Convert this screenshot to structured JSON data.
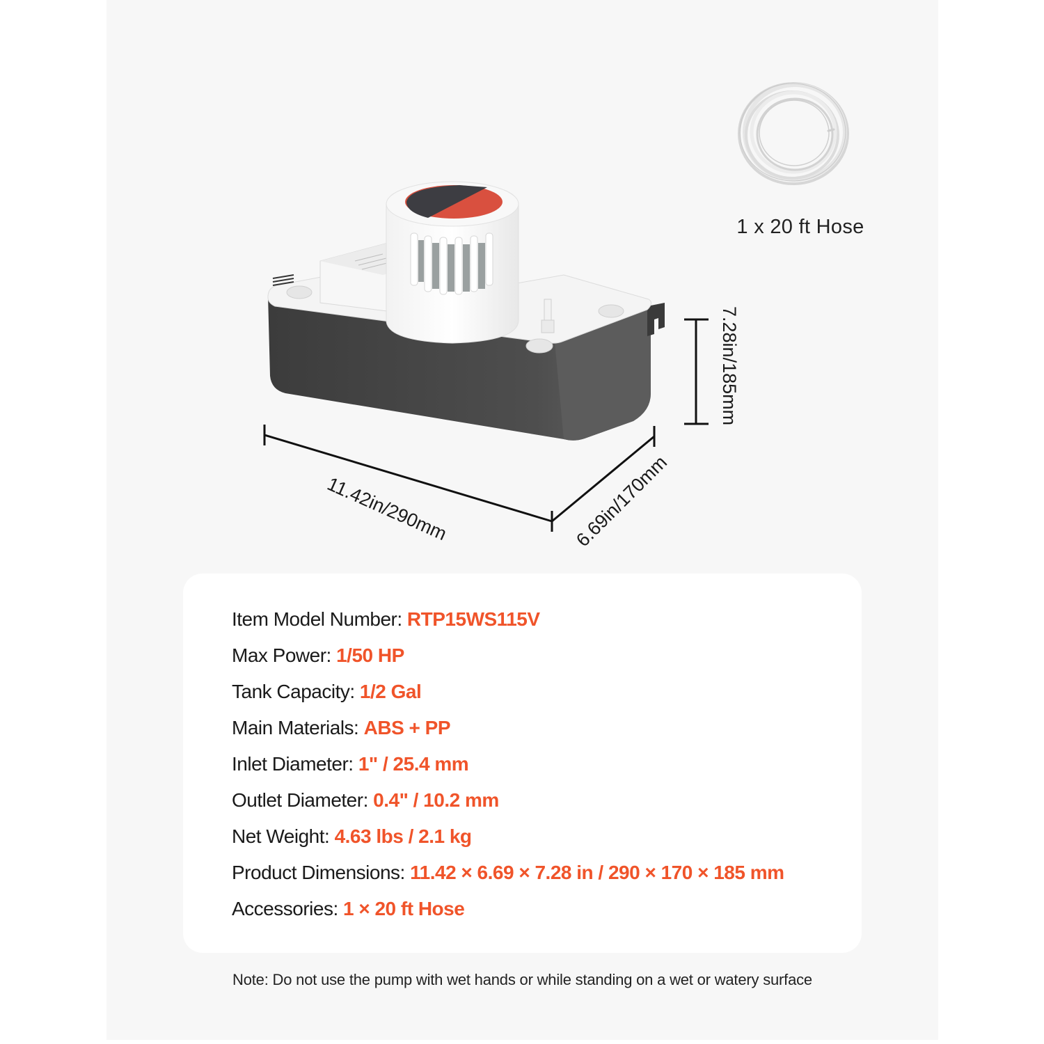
{
  "accessory": {
    "caption": "1 x 20 ft Hose",
    "icon": "hose-coil-icon"
  },
  "product": {
    "name": "condensate-pump",
    "colors": {
      "tank": "#4a4a4a",
      "cover": "#ffffff",
      "label_red": "#d9503f",
      "label_dark": "#3d3d42"
    }
  },
  "dimensions": {
    "width": "11.42in/290mm",
    "depth": "6.69in/170mm",
    "height": "7.28in/185mm"
  },
  "specs": [
    {
      "label": "Item Model Number:",
      "value": "RTP15WS115V"
    },
    {
      "label": "Max Power:",
      "value": "1/50 HP"
    },
    {
      "label": "Tank Capacity:",
      "value": "1/2 Gal"
    },
    {
      "label": "Main Materials:",
      "value": "ABS + PP"
    },
    {
      "label": "Inlet Diameter:",
      "value": "1\" / 25.4 mm"
    },
    {
      "label": "Outlet Diameter:",
      "value": "0.4\" / 10.2 mm"
    },
    {
      "label": "Net Weight:",
      "value": "4.63 lbs / 2.1 kg"
    },
    {
      "label": "Product Dimensions:",
      "value": "11.42 × 6.69 × 7.28 in / 290 × 170 × 185 mm"
    },
    {
      "label": "Accessories:",
      "value": "1 × 20 ft Hose"
    }
  ],
  "note": "Note: Do not use the pump with wet hands or while standing on a wet or watery surface",
  "theme": {
    "accent": "#f0542a",
    "panel_bg": "#f7f7f7",
    "card_bg": "#ffffff",
    "text": "#1a1a1a"
  }
}
